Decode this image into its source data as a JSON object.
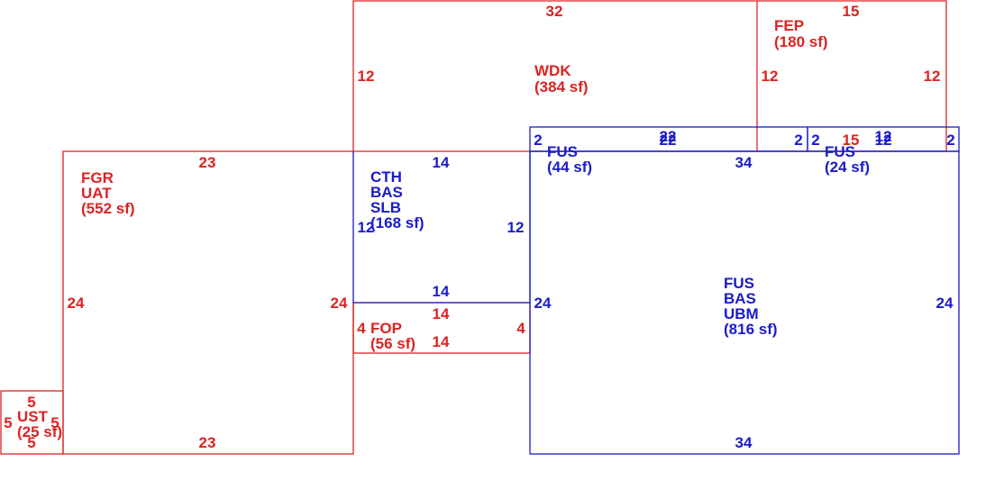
{
  "colors": {
    "red": "#dd2222",
    "blue": "#1a1acc"
  },
  "areas": [
    {
      "id": "wdk",
      "color": "red",
      "labels": [
        "WDK",
        "(384 sf)"
      ]
    },
    {
      "id": "fep",
      "color": "red",
      "labels": [
        "FEP",
        "(180 sf)"
      ]
    },
    {
      "id": "fgr",
      "color": "red",
      "labels": [
        "FGR",
        "UAT",
        "(552 sf)"
      ]
    },
    {
      "id": "fop",
      "color": "red",
      "labels": [
        "FOP",
        "(56 sf)"
      ]
    },
    {
      "id": "ust",
      "color": "red",
      "labels": [
        "UST",
        "(25 sf)"
      ]
    },
    {
      "id": "cth",
      "color": "blue",
      "labels": [
        "CTH",
        "BAS",
        "SLB",
        "(168 sf)"
      ]
    },
    {
      "id": "fus-44",
      "color": "blue",
      "labels": [
        "FUS",
        "(44 sf)"
      ]
    },
    {
      "id": "fus-24",
      "color": "blue",
      "labels": [
        "FUS",
        "(24 sf)"
      ]
    },
    {
      "id": "fus-816",
      "color": "blue",
      "labels": [
        "FUS",
        "BAS",
        "UBM",
        "(816 sf)"
      ]
    }
  ],
  "dimensions": {
    "wdk_top": "32",
    "wdk_left": "12",
    "wdk_right": "12",
    "fep_top": "15",
    "fep_right": "12",
    "fep_bottom": "15",
    "fgr_top": "23",
    "fgr_bottom": "23",
    "fgr_left": "24",
    "fgr_right": "24",
    "cth_top": "14",
    "cth_left": "12",
    "cth_right": "12",
    "cth_bottom": "14",
    "fop_top": "14",
    "fop_bottom": "14",
    "fop_left": "4",
    "fop_right": "4",
    "fus44_top": "22",
    "fus44_top_b": "22",
    "fus44_left": "2",
    "fus44_right": "2",
    "fus44_bottom": "34",
    "fus24_left": "2",
    "fus24_top": "12",
    "fus24_top_b": "12",
    "fus24_right": "2",
    "fus816_left": "24",
    "fus816_right": "24",
    "fus816_bottom": "34",
    "ust_top": "5",
    "ust_bottom": "5",
    "ust_left": "5",
    "ust_right": "5"
  }
}
